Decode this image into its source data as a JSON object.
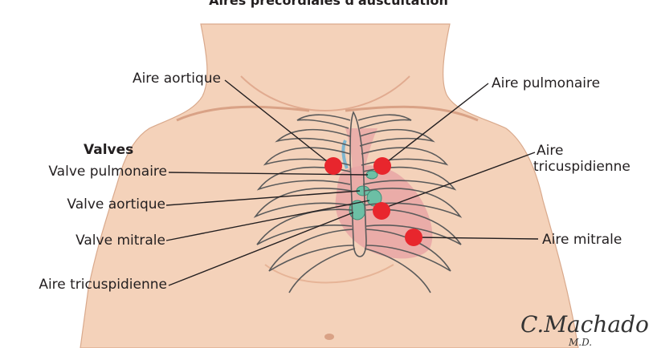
{
  "title": "Aires précordiales d'auscultation",
  "labels": {
    "aire_aortique": "Aire aortique",
    "aire_pulmonaire": "Aire pulmonaire",
    "valves_heading": "Valves",
    "valve_pulmonaire": "Valve pulmonaire",
    "valve_aortique": "Valve aortique",
    "valve_mitrale": "Valve mitrale",
    "aire_tricuspidienne_left": "Aire tricuspidienne",
    "aire_tricuspidienne_right_1": "Aire",
    "aire_tricuspidienne_right_2": "tricuspidienne",
    "aire_mitrale": "Aire mitrale"
  },
  "signature": {
    "name": "C.Machado",
    "suffix": "M.D."
  },
  "colors": {
    "skin": "#f4d2ba",
    "skin_shadow": "#e6b497",
    "rib_stroke": "#5a5a5a",
    "heart": "#e9a7a6",
    "valve": "#6cbfa5",
    "auscultation_dot": "#e8262d",
    "leader_line": "#231f20"
  }
}
